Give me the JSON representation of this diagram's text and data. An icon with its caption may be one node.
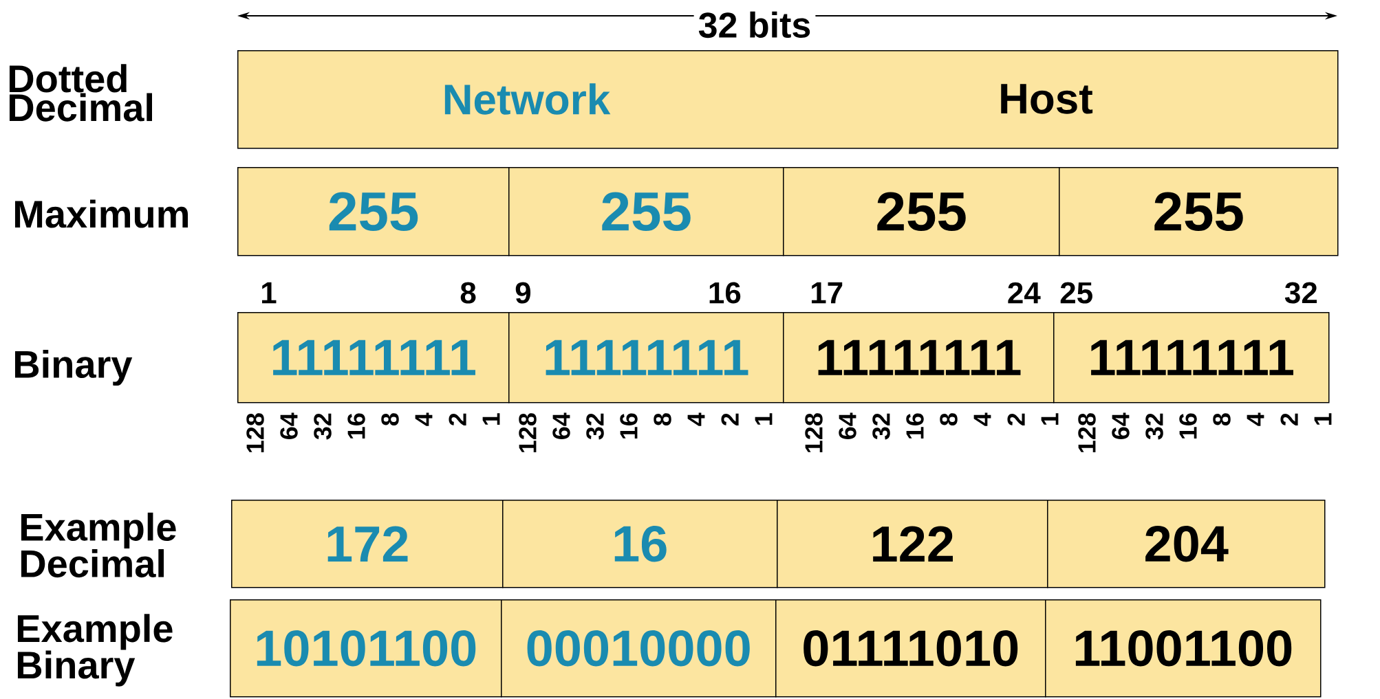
{
  "diagram": {
    "nodes": [
      {
        "text": [
          "Network",
          "Host"
        ]
      },
      {
        "text": [
          "255"
        ]
      },
      {
        "text": [
          "255"
        ]
      },
      {
        "text": [
          "255"
        ]
      },
      {
        "text": [
          "255"
        ]
      },
      {
        "text": [
          "11111111"
        ]
      },
      {
        "text": [
          "11111111"
        ]
      },
      {
        "text": [
          "11111111"
        ]
      },
      {
        "text": [
          "11111111"
        ]
      },
      {
        "text": [
          "172"
        ]
      },
      {
        "text": [
          "16"
        ]
      },
      {
        "text": [
          "122"
        ]
      },
      {
        "text": [
          "204"
        ]
      },
      {
        "text": [
          "10101100"
        ]
      },
      {
        "text": [
          "00010000"
        ]
      },
      {
        "text": [
          "01111010"
        ]
      },
      {
        "text": [
          "11001100"
        ]
      }
    ],
    "labels": [
      "32 bits",
      "Dotted Decimal",
      "Maximum",
      "1",
      "8",
      "9",
      "16",
      "17",
      "24",
      "25",
      "32",
      "Binary",
      "128",
      "64",
      "32",
      "16",
      "8",
      "4",
      "2",
      "1",
      "128",
      "64",
      "32",
      "16",
      "8",
      "4",
      "2",
      "1",
      "128",
      "64",
      "32",
      "16",
      "8",
      "4",
      "2",
      "1",
      "128",
      "64",
      "32",
      "16",
      "8",
      "4",
      "2",
      "1",
      "Example Decimal",
      "Example Binary"
    ]
  }
}
